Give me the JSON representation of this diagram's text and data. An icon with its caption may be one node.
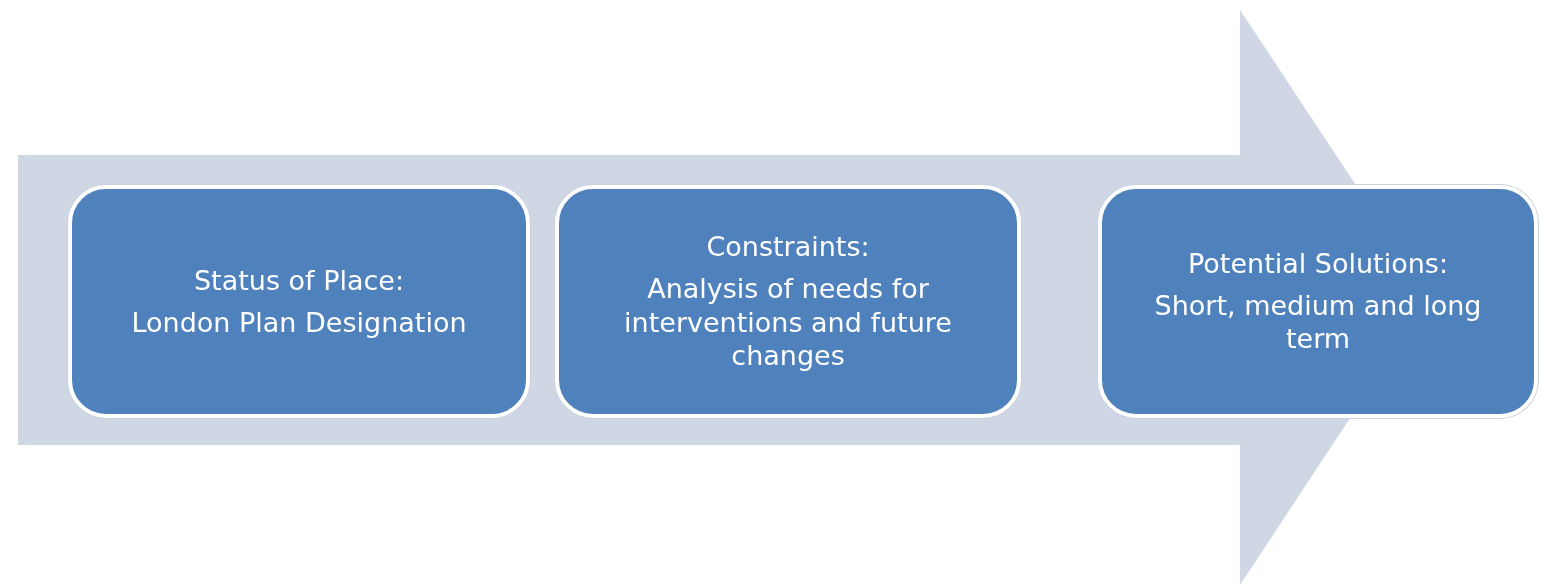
{
  "diagram": {
    "nodes": [
      {
        "text": [
          "Status of Place:",
          "London Plan Designation"
        ]
      },
      {
        "text": [
          "Constraints:",
          "Analysis of needs for interventions and future changes"
        ]
      },
      {
        "text": [
          "Potential Solutions:",
          "Short, medium and long term"
        ]
      }
    ],
    "edges": []
  }
}
